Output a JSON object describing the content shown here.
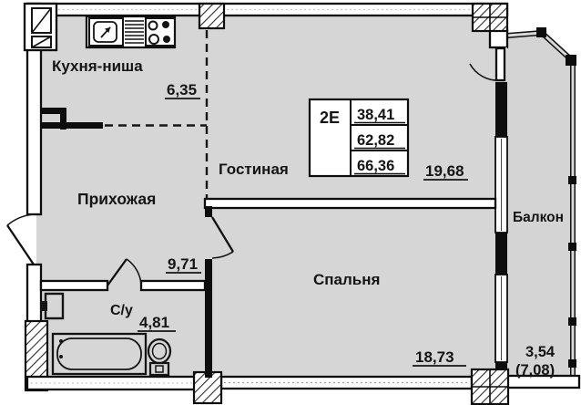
{
  "colors": {
    "floor": "#d6d6d6",
    "balcony_floor": "#d4d4d4",
    "wall": "#0d0d0d",
    "paper": "#ffffff"
  },
  "unit_card": {
    "type": "2Е",
    "areas": [
      "38,41",
      "62,82",
      "66,36"
    ]
  },
  "rooms": {
    "kitchen": {
      "name": "Кухня-ниша",
      "area": "6,35"
    },
    "living": {
      "name": "Гостиная",
      "area": "19,68"
    },
    "hall": {
      "name": "Прихожая",
      "area": "9,71"
    },
    "bedroom": {
      "name": "Спальня",
      "area": "18,73"
    },
    "bath": {
      "name": "С/у",
      "area": "4,81"
    },
    "balcony": {
      "name": "Балкон",
      "area_reduced": "3,54",
      "area_full": "(7,08)"
    }
  }
}
